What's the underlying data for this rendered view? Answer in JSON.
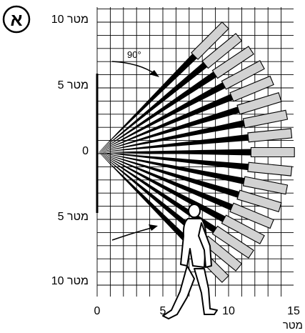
{
  "badge": {
    "letter": "א"
  },
  "y_axis": {
    "labels": [
      {
        "text": "10 מטר",
        "value": 10
      },
      {
        "text": "5 מטר",
        "value": 5
      },
      {
        "text": "0",
        "value": 0
      },
      {
        "text": "5 מטר",
        "value": -5
      },
      {
        "text": "10 מטר",
        "value": -10
      }
    ]
  },
  "x_axis": {
    "ticks": [
      {
        "text": "0",
        "value": 0
      },
      {
        "text": "5",
        "value": 5
      },
      {
        "text": "10",
        "value": 10
      },
      {
        "text": "15",
        "value": 15
      }
    ],
    "unit": "מטר"
  },
  "angle_annotation": {
    "text": "90°",
    "degrees": 90
  },
  "detection_pattern": {
    "beam_count": 17,
    "spread_degrees": 90,
    "colors": {
      "zone_near": "#000000",
      "zone_far": "#d2d2d2",
      "grid": "#000000"
    }
  }
}
